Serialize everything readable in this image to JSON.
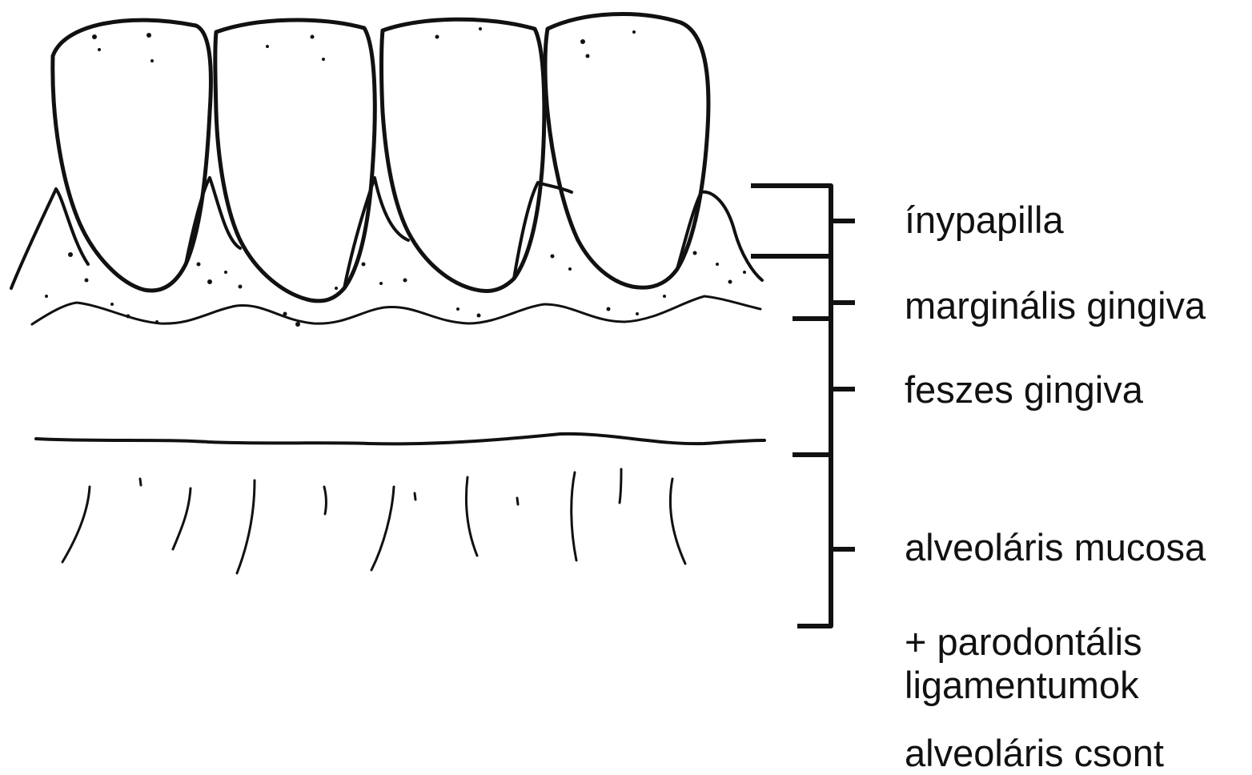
{
  "labels": {
    "interdental_papilla": "ínypapilla",
    "marginal_gingiva": "marginális gingiva",
    "attached_gingiva": "feszes gingiva",
    "alveolar_mucosa": "alveoláris mucosa",
    "periodontal_ligaments_line1": "+ parodontális",
    "periodontal_ligaments_line2": "ligamentumok",
    "alveolar_bone": "alveoláris csont"
  },
  "colors": {
    "ink": "#111111",
    "background": "#ffffff"
  }
}
